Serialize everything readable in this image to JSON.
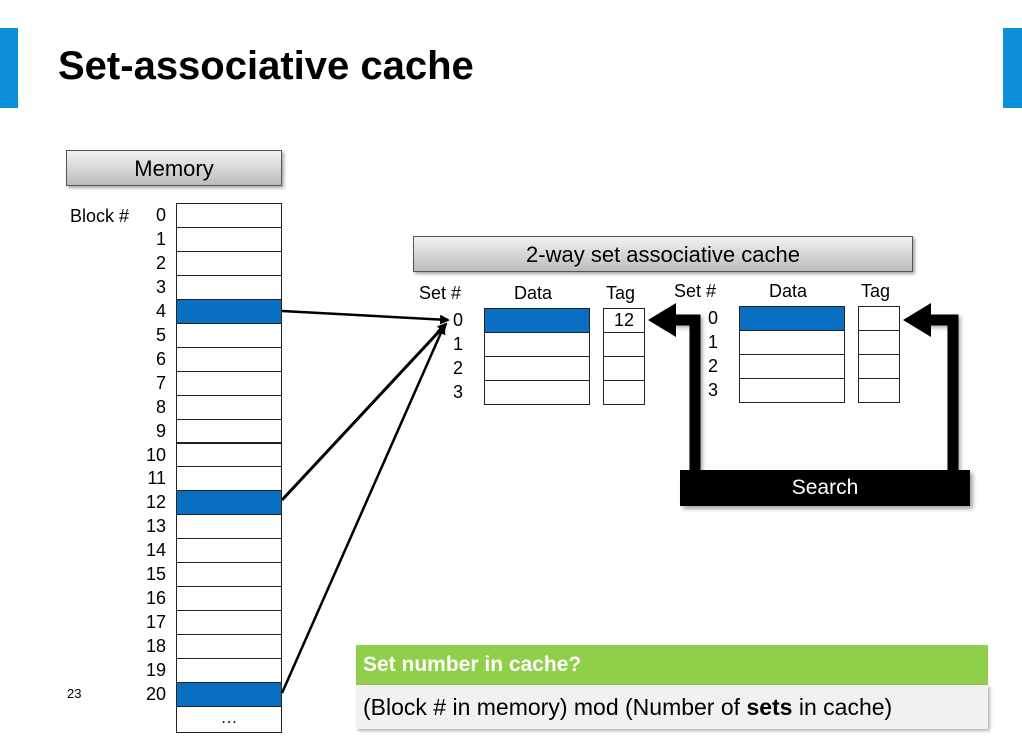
{
  "title": "Set-associative cache",
  "memory": {
    "header": "Memory",
    "block_label": "Block #",
    "blocks": [
      "0",
      "1",
      "2",
      "3",
      "4",
      "5",
      "6",
      "7",
      "8",
      "9",
      "10",
      "11",
      "12",
      "13",
      "14",
      "15",
      "16",
      "17",
      "18",
      "19",
      "20"
    ],
    "highlighted": [
      "4",
      "12",
      "20"
    ],
    "ellipsis": "…"
  },
  "cache": {
    "header": "2-way set associative cache",
    "way1": {
      "set_label": "Set #",
      "data_label": "Data",
      "tag_label": "Tag",
      "sets": [
        "0",
        "1",
        "2",
        "3"
      ],
      "tag_values": [
        "12",
        "",
        "",
        ""
      ]
    },
    "way2": {
      "set_label": "Set #",
      "data_label": "Data",
      "tag_label": "Tag",
      "sets": [
        "0",
        "1",
        "2",
        "3"
      ],
      "tag_values": [
        "",
        "",
        "",
        ""
      ]
    }
  },
  "search_label": "Search",
  "note": {
    "heading": "Set number in cache?",
    "text_before": "(Block # in memory) mod (Number of ",
    "text_bold": "sets",
    "text_after": " in cache)"
  },
  "page_number": "23",
  "colors": {
    "accent": "#0a8fd8",
    "highlight": "#0a6fc2",
    "note_heading": "#8fcf4a"
  }
}
